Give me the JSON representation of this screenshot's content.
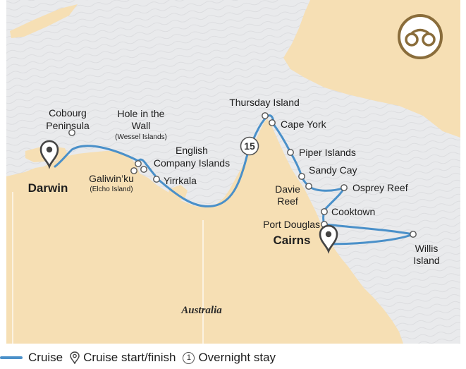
{
  "map": {
    "region_label": "Australia",
    "cities": [
      {
        "id": "darwin",
        "name": "Darwin"
      },
      {
        "id": "cairns",
        "name": "Cairns"
      }
    ],
    "stops": {
      "cobourg": "Cobourg\nPeninsula",
      "hole_wall": "Hole in the\nWall",
      "hole_wall_sub": "(Wessel Islands)",
      "galiwinku": "Galiwin’ku",
      "galiwinku_sub": "(Elcho Island)",
      "english_company": "English\nCompany Islands",
      "yirrkala": "Yirrkala",
      "thursday": "Thursday Island",
      "cape_york": "Cape York",
      "piper": "Piper Islands",
      "sandy_cay": "Sandy Cay",
      "davie_reef": "Davie\nReef",
      "osprey_reef": "Osprey Reef",
      "cooktown": "Cooktown",
      "port_douglas": "Port Douglas",
      "willis": "Willis\nIsland"
    },
    "overnight_badge": "15",
    "colors": {
      "sea": "#e9eaec",
      "land": "#f6dfb4",
      "route": "#4a90c9",
      "badge_ring": "#8a6d3b"
    },
    "icons": {
      "top_right": "binoculars-icon",
      "start_finish": "map-pin-icon"
    }
  },
  "legend": {
    "cruise": "Cruise",
    "start_finish": "Cruise start/finish",
    "overnight_number": "1",
    "overnight": "Overnight stay"
  }
}
